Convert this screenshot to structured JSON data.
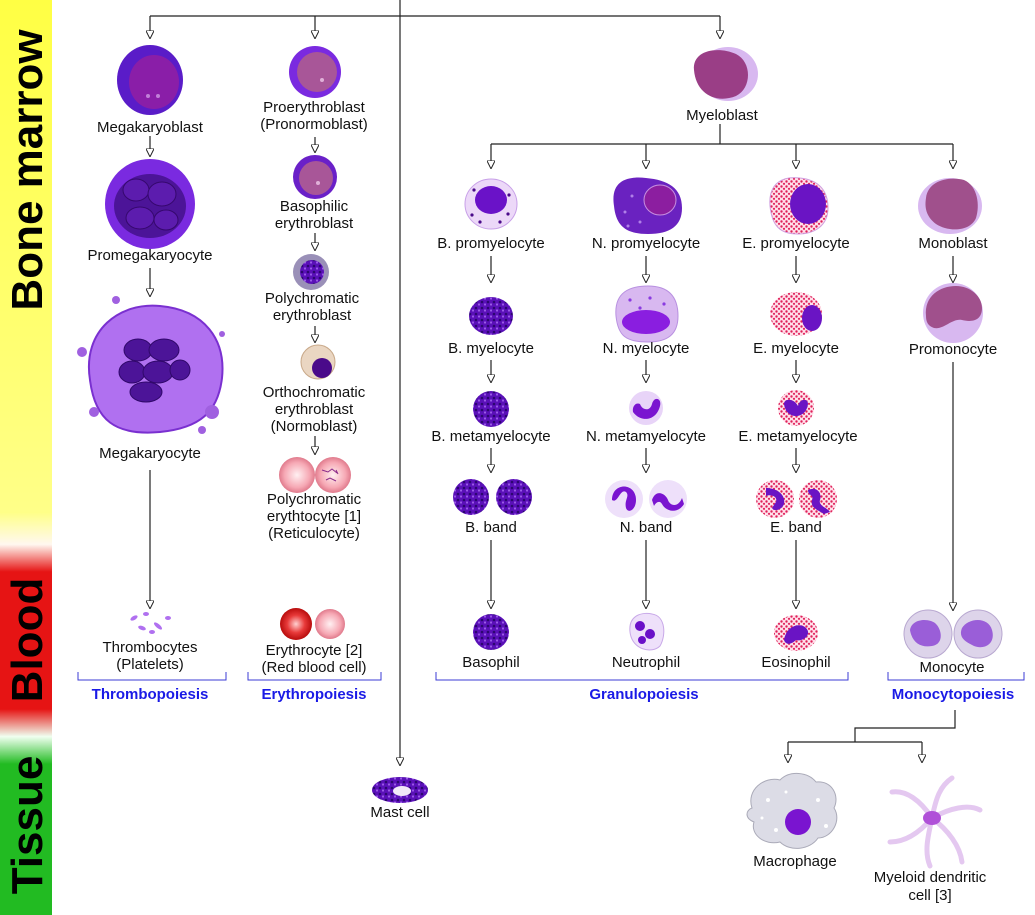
{
  "sections": {
    "bone_marrow": "Bone marrow",
    "blood": "Blood",
    "tissue": "Tissue"
  },
  "colors": {
    "bone_marrow_band": "#ffff55",
    "blood_band": "#e61414",
    "tissue_band": "#22bb22",
    "group_label": "#1a1ae6",
    "cell_purple": "#7a1fd6",
    "cell_light": "#d8b8f0",
    "myeloid_mauve": "#a0508c",
    "eosinophil_pink": "#e02060",
    "erythrocyte_red": "#e23030"
  },
  "labels": {
    "megakaryoblast": "Megakaryoblast",
    "promegakaryocyte": "Promegakaryocyte",
    "megakaryocyte": "Megakaryocyte",
    "thrombocytes_1": "Thrombocytes",
    "thrombocytes_2": "(Platelets)",
    "proerythroblast_1": "Proerythroblast",
    "proerythroblast_2": "(Pronormoblast)",
    "basophilic_1": "Basophilic",
    "basophilic_2": "erythroblast",
    "polychromatic_eb_1": "Polychromatic",
    "polychromatic_eb_2": "erythroblast",
    "orthochromatic_1": "Orthochromatic",
    "orthochromatic_2": "erythroblast",
    "orthochromatic_3": "(Normoblast)",
    "poly_erythrocyte_1": "Polychromatic",
    "poly_erythrocyte_2": "erythtocyte [1]",
    "poly_erythrocyte_3": "(Reticulocyte)",
    "erythrocyte_1": "Erythrocyte [2]",
    "erythrocyte_2": "(Red blood cell)",
    "myeloblast": "Myeloblast",
    "b_promyelocyte": "B. promyelocyte",
    "n_promyelocyte": "N. promyelocyte",
    "e_promyelocyte": "E. promyelocyte",
    "monoblast": "Monoblast",
    "b_myelocyte": "B. myelocyte",
    "n_myelocyte": "N. myelocyte",
    "e_myelocyte": "E. myelocyte",
    "promonocyte": "Promonocyte",
    "b_metamyelocyte": "B. metamyelocyte",
    "n_metamyelocyte": "N. metamyelocyte",
    "e_metamyelocyte": "E. metamyelocyte",
    "b_band": "B. band",
    "n_band": "N. band",
    "e_band": "E. band",
    "basophil": "Basophil",
    "neutrophil": "Neutrophil",
    "eosinophil": "Eosinophil",
    "monocyte": "Monocyte",
    "mast_cell": "Mast cell",
    "macrophage": "Macrophage",
    "dendritic_1": "Myeloid dendritic",
    "dendritic_2": "cell [3]"
  },
  "groups": {
    "thrombopoiesis": "Thrombopoiesis",
    "erythropoiesis": "Erythropoiesis",
    "granulopoiesis": "Granulopoiesis",
    "monocytopoiesis": "Monocytopoiesis"
  }
}
